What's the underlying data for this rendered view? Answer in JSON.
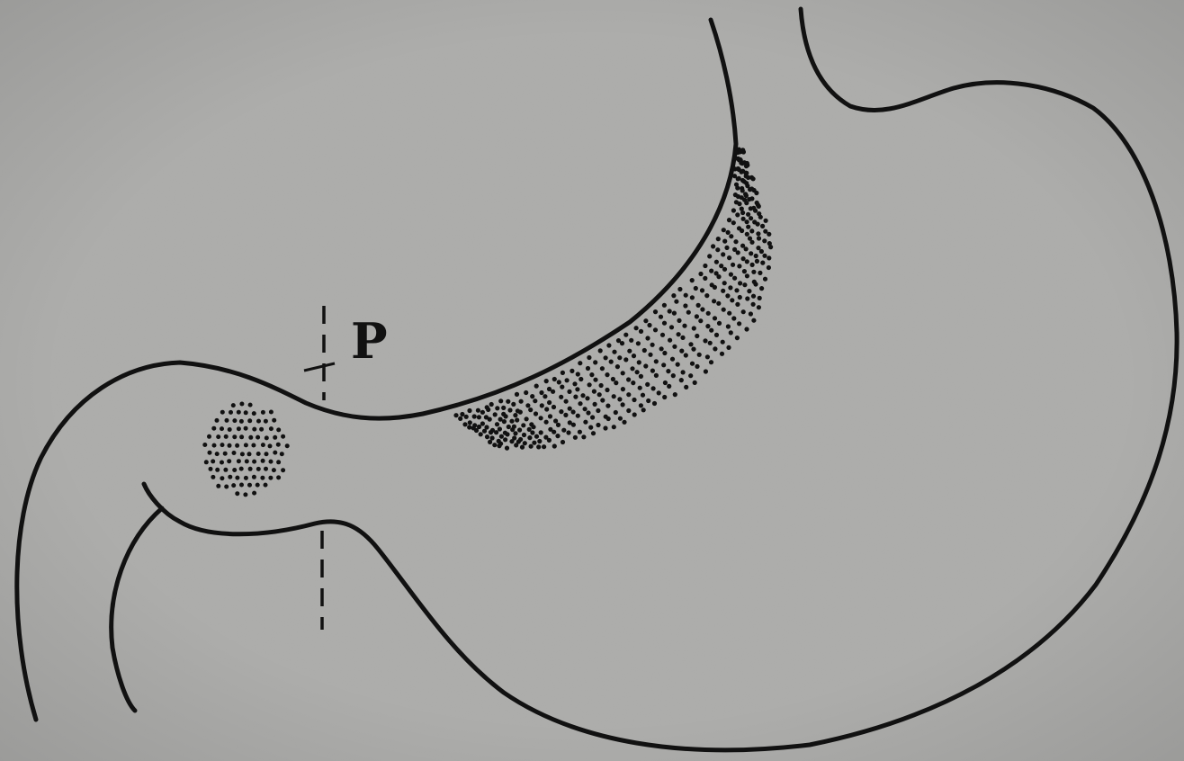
{
  "diagram": {
    "label_p": "P",
    "colors": {
      "background": "#a9a9a7",
      "ink": "#111111"
    },
    "parts": [
      "esophagus",
      "stomach-outline",
      "duodenum",
      "pylorus-line",
      "lesser-curvature-stipple",
      "pyloric-spot-stipple"
    ]
  }
}
